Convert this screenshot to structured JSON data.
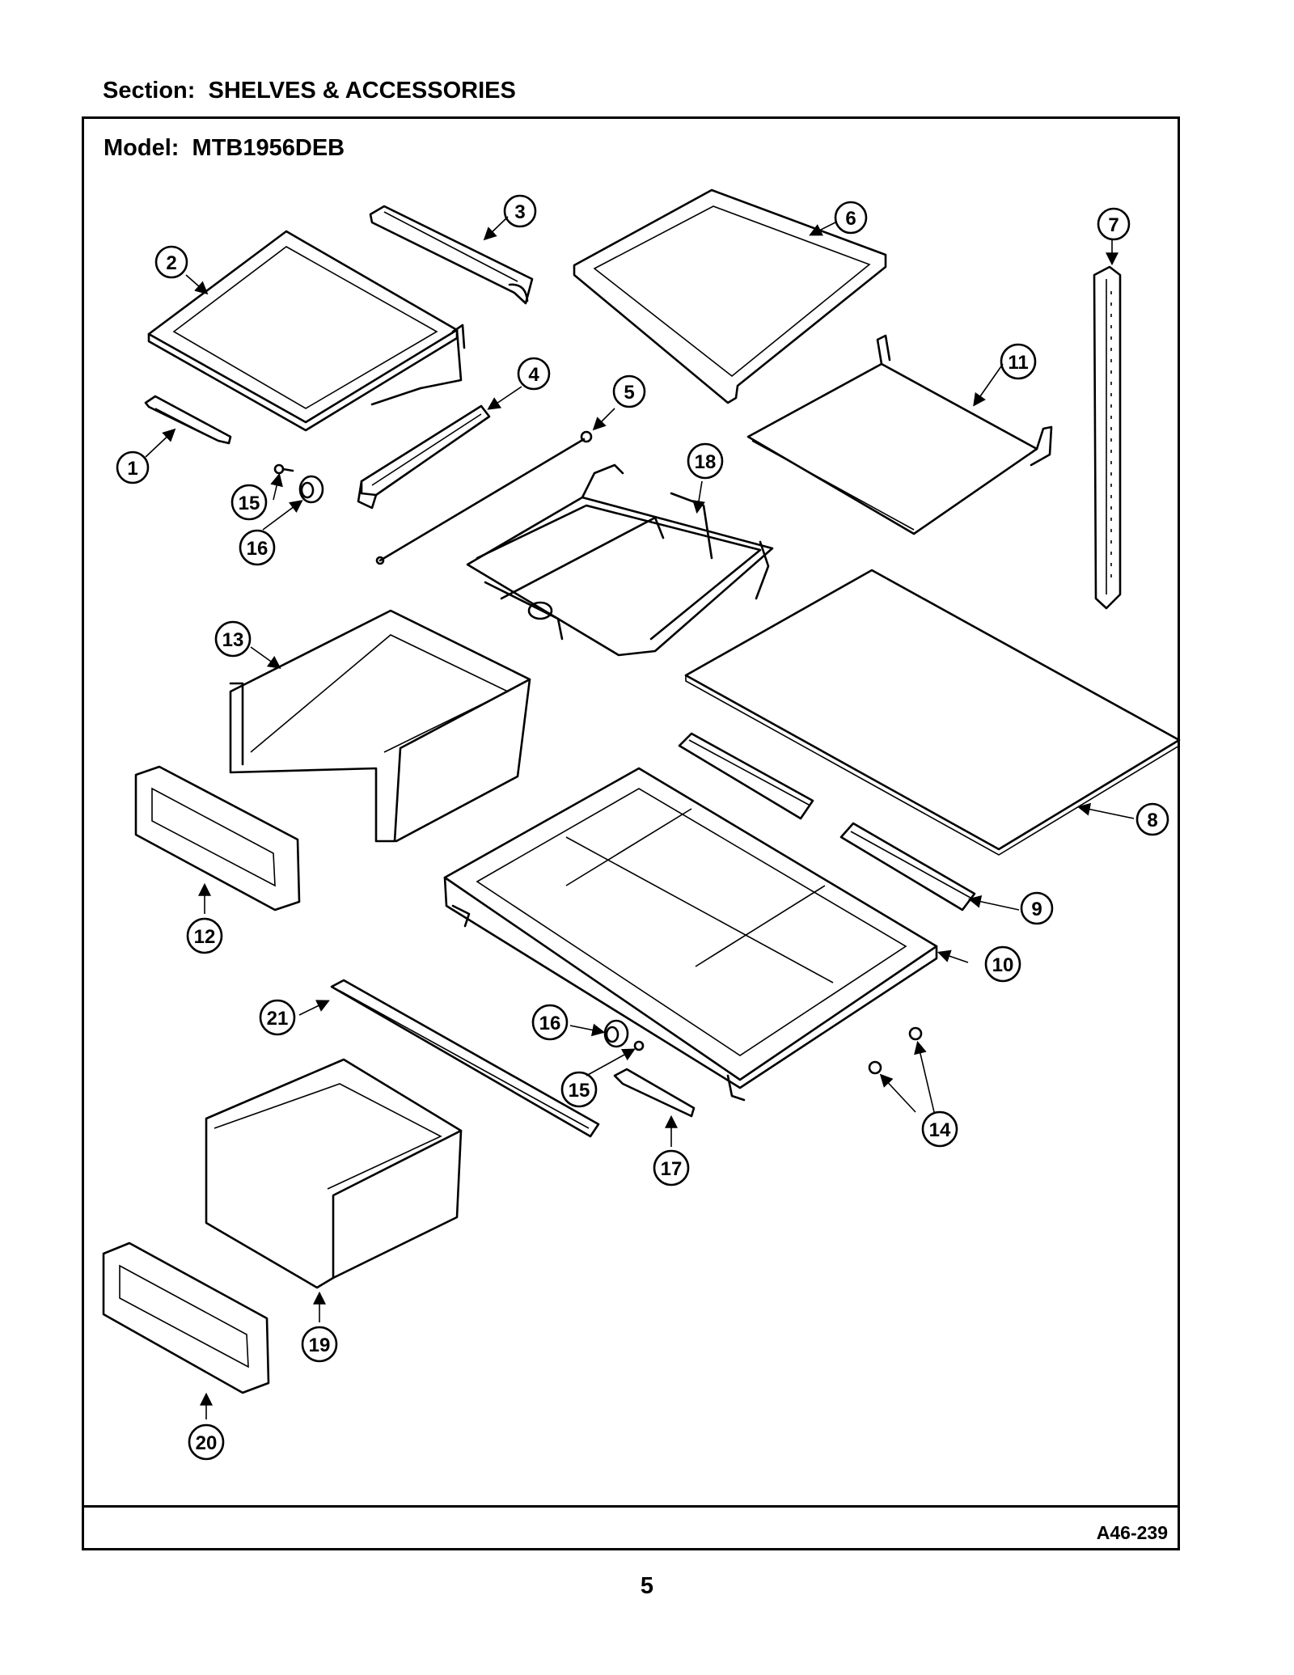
{
  "header": {
    "section_label": "Section:  SHELVES & ACCESSORIES",
    "model_label": "Model:  MTB1956DEB"
  },
  "footer": {
    "drawing_code": "A46-239",
    "page_number": "5"
  },
  "callouts": [
    {
      "id": "c1",
      "number": "1"
    },
    {
      "id": "c2",
      "number": "2"
    },
    {
      "id": "c3",
      "number": "3"
    },
    {
      "id": "c4",
      "number": "4"
    },
    {
      "id": "c5",
      "number": "5"
    },
    {
      "id": "c6",
      "number": "6"
    },
    {
      "id": "c7",
      "number": "7"
    },
    {
      "id": "c8",
      "number": "8"
    },
    {
      "id": "c9",
      "number": "9"
    },
    {
      "id": "c10",
      "number": "10"
    },
    {
      "id": "c11",
      "number": "11"
    },
    {
      "id": "c12",
      "number": "12"
    },
    {
      "id": "c13",
      "number": "13"
    },
    {
      "id": "c14",
      "number": "14"
    },
    {
      "id": "c15a",
      "number": "15"
    },
    {
      "id": "c15b",
      "number": "15"
    },
    {
      "id": "c16a",
      "number": "16"
    },
    {
      "id": "c16b",
      "number": "16"
    },
    {
      "id": "c17",
      "number": "17"
    },
    {
      "id": "c18",
      "number": "18"
    },
    {
      "id": "c19",
      "number": "19"
    },
    {
      "id": "c20",
      "number": "20"
    },
    {
      "id": "c21",
      "number": "21"
    }
  ]
}
